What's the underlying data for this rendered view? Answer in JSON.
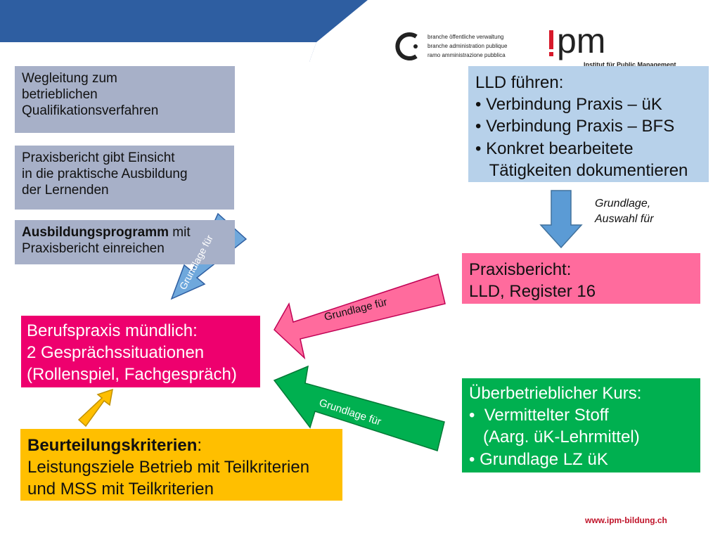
{
  "colors": {
    "header_band": "#2e5ea1",
    "gray_box": "#a7b0c8",
    "lld_box": "#b7d1ea",
    "praxisbericht_box": "#ff6b9d",
    "muendlich_box": "#ee006e",
    "uk_box": "#00b050",
    "beurteilung_box": "#ffbf00",
    "logo_red": "#d7192a"
  },
  "logo_branche": {
    "icon": "half-circle-logo-icon",
    "lines": [
      "branche öffentliche verwaltung",
      "branche administration publique",
      "ramo amministrazione pubblica"
    ]
  },
  "logo_ipm": {
    "mark": "!pm",
    "subtitle": "Institut für Public Management"
  },
  "boxes": {
    "wegleitung": [
      "Wegleitung zum",
      "betrieblichen",
      "Qualifikationsverfahren"
    ],
    "praxisbericht_einsicht": [
      "Praxisbericht gibt Einsicht",
      "in die praktische Ausbildung",
      "der Lernenden"
    ],
    "ausbildungsprogramm": {
      "bold": "Ausbildungsprogramm",
      "rest": " mit",
      "line2": "Praxisbericht einreichen"
    },
    "lld": [
      "LLD führen:",
      "• Verbindung Praxis – üK",
      "• Verbindung Praxis – BFS",
      "• Konkret bearbeitete",
      "   Tätigkeiten dokumentieren"
    ],
    "praxisbericht_lld": [
      "Praxisbericht:",
      "LLD, Register 16"
    ],
    "muendlich": [
      "Berufspraxis mündlich:",
      "2 Gesprächssituationen",
      "(Rollenspiel, Fachgespräch)"
    ],
    "uk": [
      "Überbetrieblicher Kurs:",
      "•  Vermittelter Stoff",
      "   (Aarg. üK-Lehrmittel)",
      "• Grundlage LZ üK"
    ],
    "beurteilung": {
      "bold": "Beurteilungskriterien",
      "rest": ":",
      "lines": [
        "Leistungsziele Betrieb mit Teilkriterien",
        "und MSS mit Teilkriterien"
      ]
    }
  },
  "arrows": {
    "down_label": [
      "Grundlage,",
      "Auswahl für"
    ],
    "blue_small_label": "Grundlage für",
    "pink_label": "Grundlage für",
    "green_label": "Grundlage für"
  },
  "footer_url": "www.ipm-bildung.ch"
}
